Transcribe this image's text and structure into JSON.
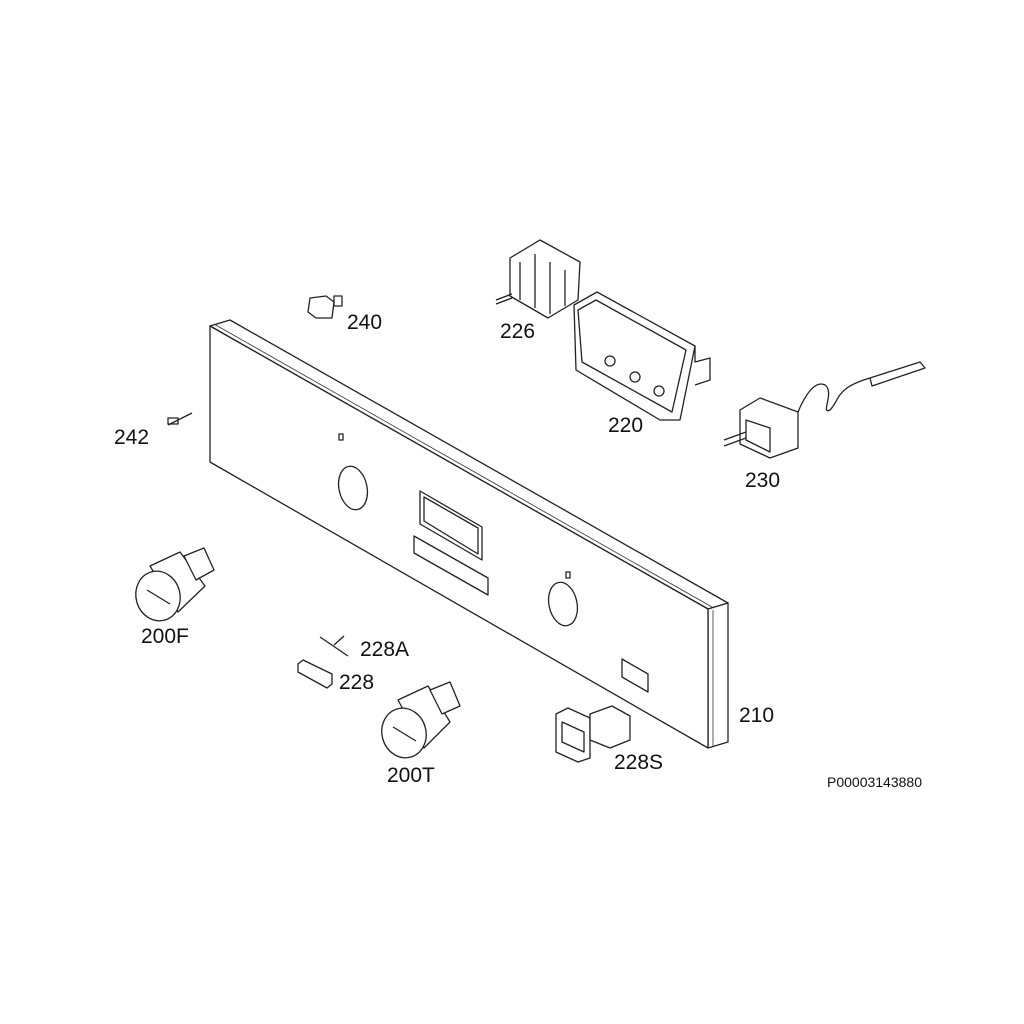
{
  "diagram": {
    "title_code": "P00003143880",
    "parts": [
      {
        "id": "240",
        "label": "240"
      },
      {
        "id": "226",
        "label": "226"
      },
      {
        "id": "220",
        "label": "220"
      },
      {
        "id": "242",
        "label": "242"
      },
      {
        "id": "230",
        "label": "230"
      },
      {
        "id": "200F",
        "label": "200F"
      },
      {
        "id": "228A",
        "label": "228A"
      },
      {
        "id": "228",
        "label": "228"
      },
      {
        "id": "210",
        "label": "210"
      },
      {
        "id": "200T",
        "label": "200T"
      },
      {
        "id": "228S",
        "label": "228S"
      }
    ]
  }
}
